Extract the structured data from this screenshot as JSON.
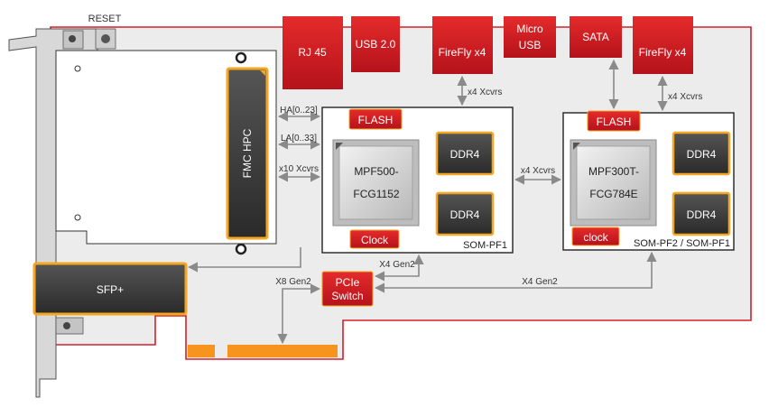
{
  "colors": {
    "pcb_outline": "#d4202a",
    "pcb_fill": "#ececec",
    "red_block": "#d71920",
    "orange_border": "#f5a623",
    "edge_gold": "#f7941d",
    "chip_gray": "#c8c8c8",
    "dark_block": "#333333",
    "arrow_gray": "#8a8a8a"
  },
  "labels": {
    "reset": "RESET",
    "rj45": "RJ 45",
    "usb2": "USB 2.0",
    "firefly1": "FireFly x4",
    "micro_usb_line1": "Micro",
    "micro_usb_line2": "USB",
    "sata": "SATA",
    "firefly2": "FireFly x4",
    "xcvrs1": "x4 Xcvrs",
    "xcvrs2": "x4 Xcvrs",
    "flash1": "FLASH",
    "flash2": "FLASH",
    "fmc": "FMC HPC",
    "ha": "HA[0..23]",
    "la": "LA[0..33]",
    "x10": "x10 Xcvrs",
    "chip1_line1": "MPF500-",
    "chip1_line2": "FCG1152",
    "chip2_line1": "MPF300T-",
    "chip2_line2": "FCG784E",
    "ddr_a": "DDR4",
    "ddr_b": "DDR4",
    "ddr_c": "DDR4",
    "ddr_d": "DDR4",
    "x4xcvrs_mid": "x4 Xcvrs",
    "clock1": "Clock",
    "clock2": "clock",
    "som1": "SOM-PF1",
    "som2": "SOM-PF2 / SOM-PF1",
    "sfp": "SFP+",
    "x4gen2_a": "X4 Gen2",
    "x8gen2": "X8 Gen2",
    "pcie_line1": "PCIe",
    "pcie_line2": "Switch",
    "x4gen2_b": "X4 Gen2"
  }
}
